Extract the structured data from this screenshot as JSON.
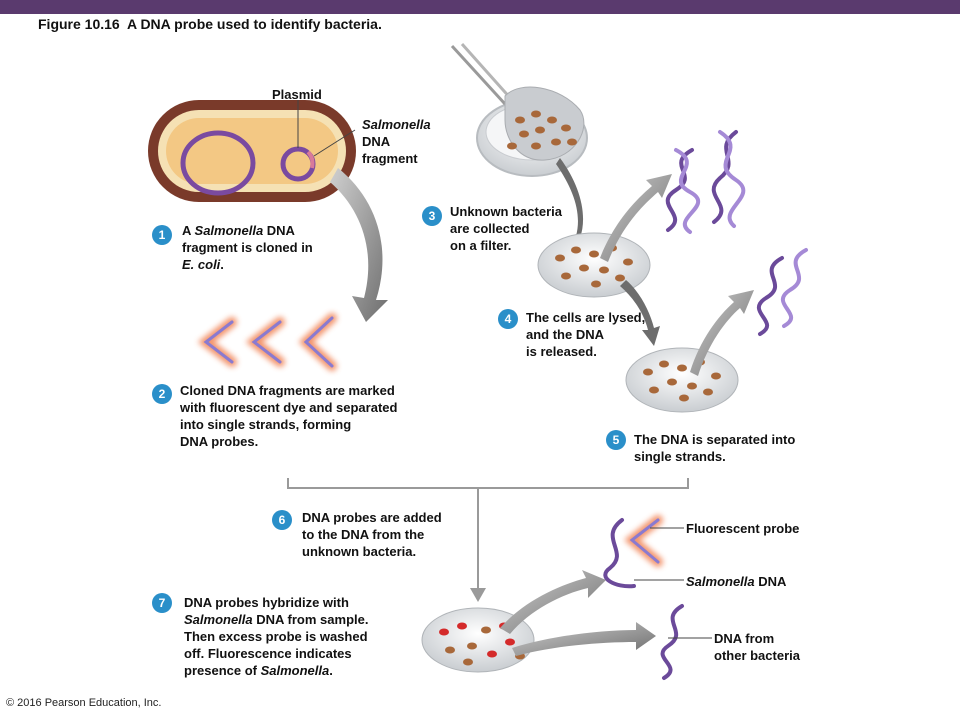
{
  "title": "Figure 10.16  A DNA probe used to identify bacteria.",
  "copyright": "© 2016 Pearson Education, Inc.",
  "labels": {
    "plasmid": "Plasmid",
    "salmonella_fragment_italic": "Salmonella",
    "salmonella_fragment_rest1": "DNA",
    "salmonella_fragment_rest2": "fragment",
    "fluorescent_probe": "Fluorescent probe",
    "salmonella_dna_italic": "Salmonella",
    "salmonella_dna_rest": " DNA",
    "other_dna_line1": "DNA from",
    "other_dna_line2": "other bacteria"
  },
  "steps": [
    {
      "num": "1",
      "line1_pre": "A ",
      "line1_italic": "Salmonella",
      "line1_post": " DNA",
      "line2": "fragment is cloned in",
      "line3_italic": "E. coli",
      "line3_post": "."
    },
    {
      "num": "2",
      "line1": "Cloned DNA fragments are marked",
      "line2": "with fluorescent dye and separated",
      "line3": "into single strands, forming",
      "line4": "DNA probes."
    },
    {
      "num": "3",
      "line1": "Unknown bacteria",
      "line2": "are collected",
      "line3": "on a filter."
    },
    {
      "num": "4",
      "line1": "The cells are lysed,",
      "line2": "and the DNA",
      "line3": "is released."
    },
    {
      "num": "5",
      "line1": "The DNA is separated into",
      "line2": "single strands."
    },
    {
      "num": "6",
      "line1": "DNA probes are added",
      "line2": "to the DNA from the",
      "line3": "unknown bacteria."
    },
    {
      "num": "7",
      "line1": "DNA probes hybridize with",
      "line2_italic": "Salmonella",
      "line2_post": " DNA from sample.",
      "line3": "Then excess probe is washed",
      "line4": "off. Fluorescence indicates",
      "line5_pre": "presence of ",
      "line5_italic": "Salmonella",
      "line5_post": "."
    }
  ],
  "colors": {
    "title_bar": "#5a3a6e",
    "step_badge": "#2a8fc9",
    "cell_wall": "#7a3a2a",
    "cell_inner": "#f3c884",
    "plasmid": "#7a4aa0",
    "probe_glow": "#e5552a",
    "dna_strand": "#6b4a9a",
    "arrow_gray": "#8a8a8a",
    "colony": "#a8683a",
    "fluorescent_colony": "#d42a2a"
  }
}
